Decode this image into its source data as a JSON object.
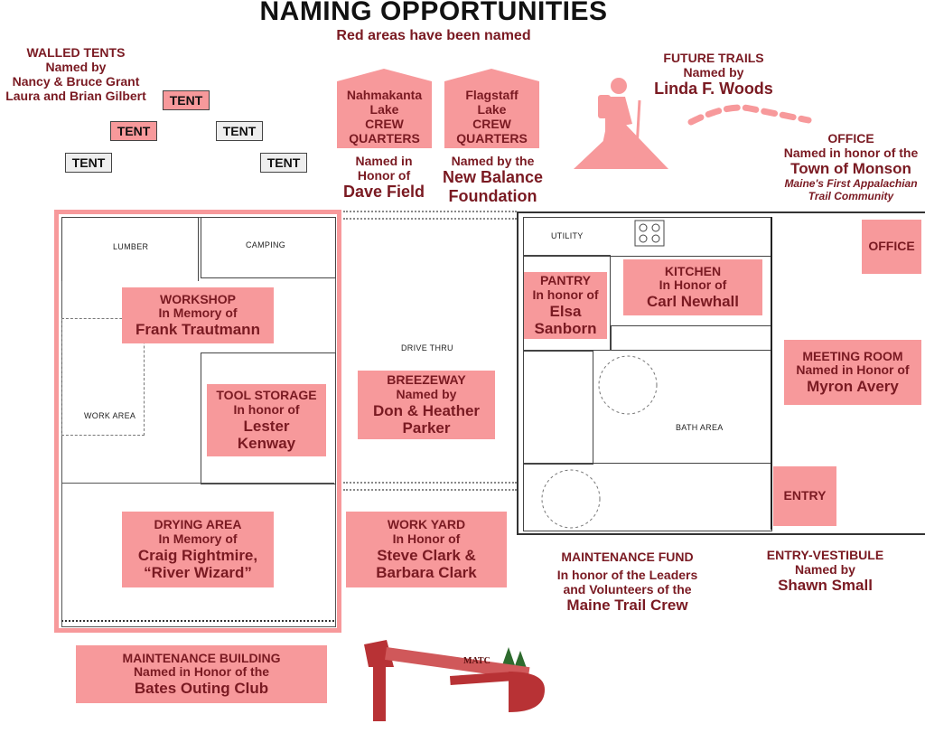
{
  "title": "NAMING OPPORTUNITIES",
  "subtitle": "Red areas have been named",
  "walled_tents": {
    "l1": "WALLED TENTS",
    "l2": "Named by",
    "l3": "Nancy & Bruce Grant",
    "l4": "Laura and Brian Gilbert"
  },
  "tent_label": "TENT",
  "tents": [
    {
      "label": "TENT",
      "named": true
    },
    {
      "label": "TENT",
      "named": true
    },
    {
      "label": "TENT",
      "named": false
    },
    {
      "label": "TENT",
      "named": false
    },
    {
      "label": "TENT",
      "named": false
    }
  ],
  "crew_nahmakanta": {
    "l1": "Nahmakanta",
    "l2": "Lake",
    "l3": "CREW",
    "l4": "QUARTERS",
    "h1": "Named in",
    "h2": "Honor of",
    "h3": "Dave Field"
  },
  "crew_flagstaff": {
    "l1": "Flagstaff",
    "l2": "Lake",
    "l3": "CREW",
    "l4": "QUARTERS",
    "h1": "Named by the",
    "h2": "New Balance",
    "h3": "Foundation"
  },
  "future_trails": {
    "l1": "FUTURE TRAILS",
    "l2": "Named by",
    "l3": "Linda F. Woods"
  },
  "office_info": {
    "l1": "OFFICE",
    "l2": "Named in honor of the",
    "l3": "Town of Monson",
    "l4": "Maine's First Appalachian",
    "l5": "Trail Community"
  },
  "rooms": {
    "lumber": "LUMBER",
    "camping": "CAMPING",
    "work_area": "WORK AREA",
    "drive_thru": "DRIVE THRU",
    "utility": "UTILITY",
    "bath_area": "BATH AREA",
    "office": "OFFICE",
    "entry": "ENTRY"
  },
  "workshop": {
    "l1": "WORKSHOP",
    "l2": "In Memory of",
    "l3": "Frank Trautmann"
  },
  "tool_storage": {
    "l1": "TOOL STORAGE",
    "l2": "In honor of",
    "l3": "Lester",
    "l4": "Kenway"
  },
  "drying_area": {
    "l1": "DRYING AREA",
    "l2": "In Memory of",
    "l3": "Craig Rightmire,",
    "l4": "“River Wizard”"
  },
  "breezeway": {
    "l1": "BREEZEWAY",
    "l2": "Named by",
    "l3": "Don & Heather",
    "l4": "Parker"
  },
  "work_yard": {
    "l1": "WORK YARD",
    "l2": "In Honor of",
    "l3": "Steve Clark &",
    "l4": "Barbara Clark"
  },
  "pantry": {
    "l1": "PANTRY",
    "l2": "In honor of",
    "l3": "Elsa",
    "l4": "Sanborn"
  },
  "kitchen": {
    "l1": "KITCHEN",
    "l2": "In Honor of",
    "l3": "Carl Newhall"
  },
  "meeting_room": {
    "l1": "MEETING ROOM",
    "l2": "Named in Honor of",
    "l3": "Myron Avery"
  },
  "maintenance_fund": {
    "l1": "MAINTENANCE FUND",
    "l2": "In honor of the Leaders",
    "l3": "and Volunteers of the",
    "l4": "Maine Trail Crew"
  },
  "entry_vestibule": {
    "l1": "ENTRY-VESTIBULE",
    "l2": "Named by",
    "l3": "Shawn Small"
  },
  "maintenance_building": {
    "l1": "MAINTENANCE BUILDING",
    "l2": "Named in Honor of the",
    "l3": "Bates Outing Club"
  },
  "logo_text": "MATC",
  "colors": {
    "named": "#f7999b",
    "text": "#7a1a22",
    "outline": "#f7999b"
  }
}
